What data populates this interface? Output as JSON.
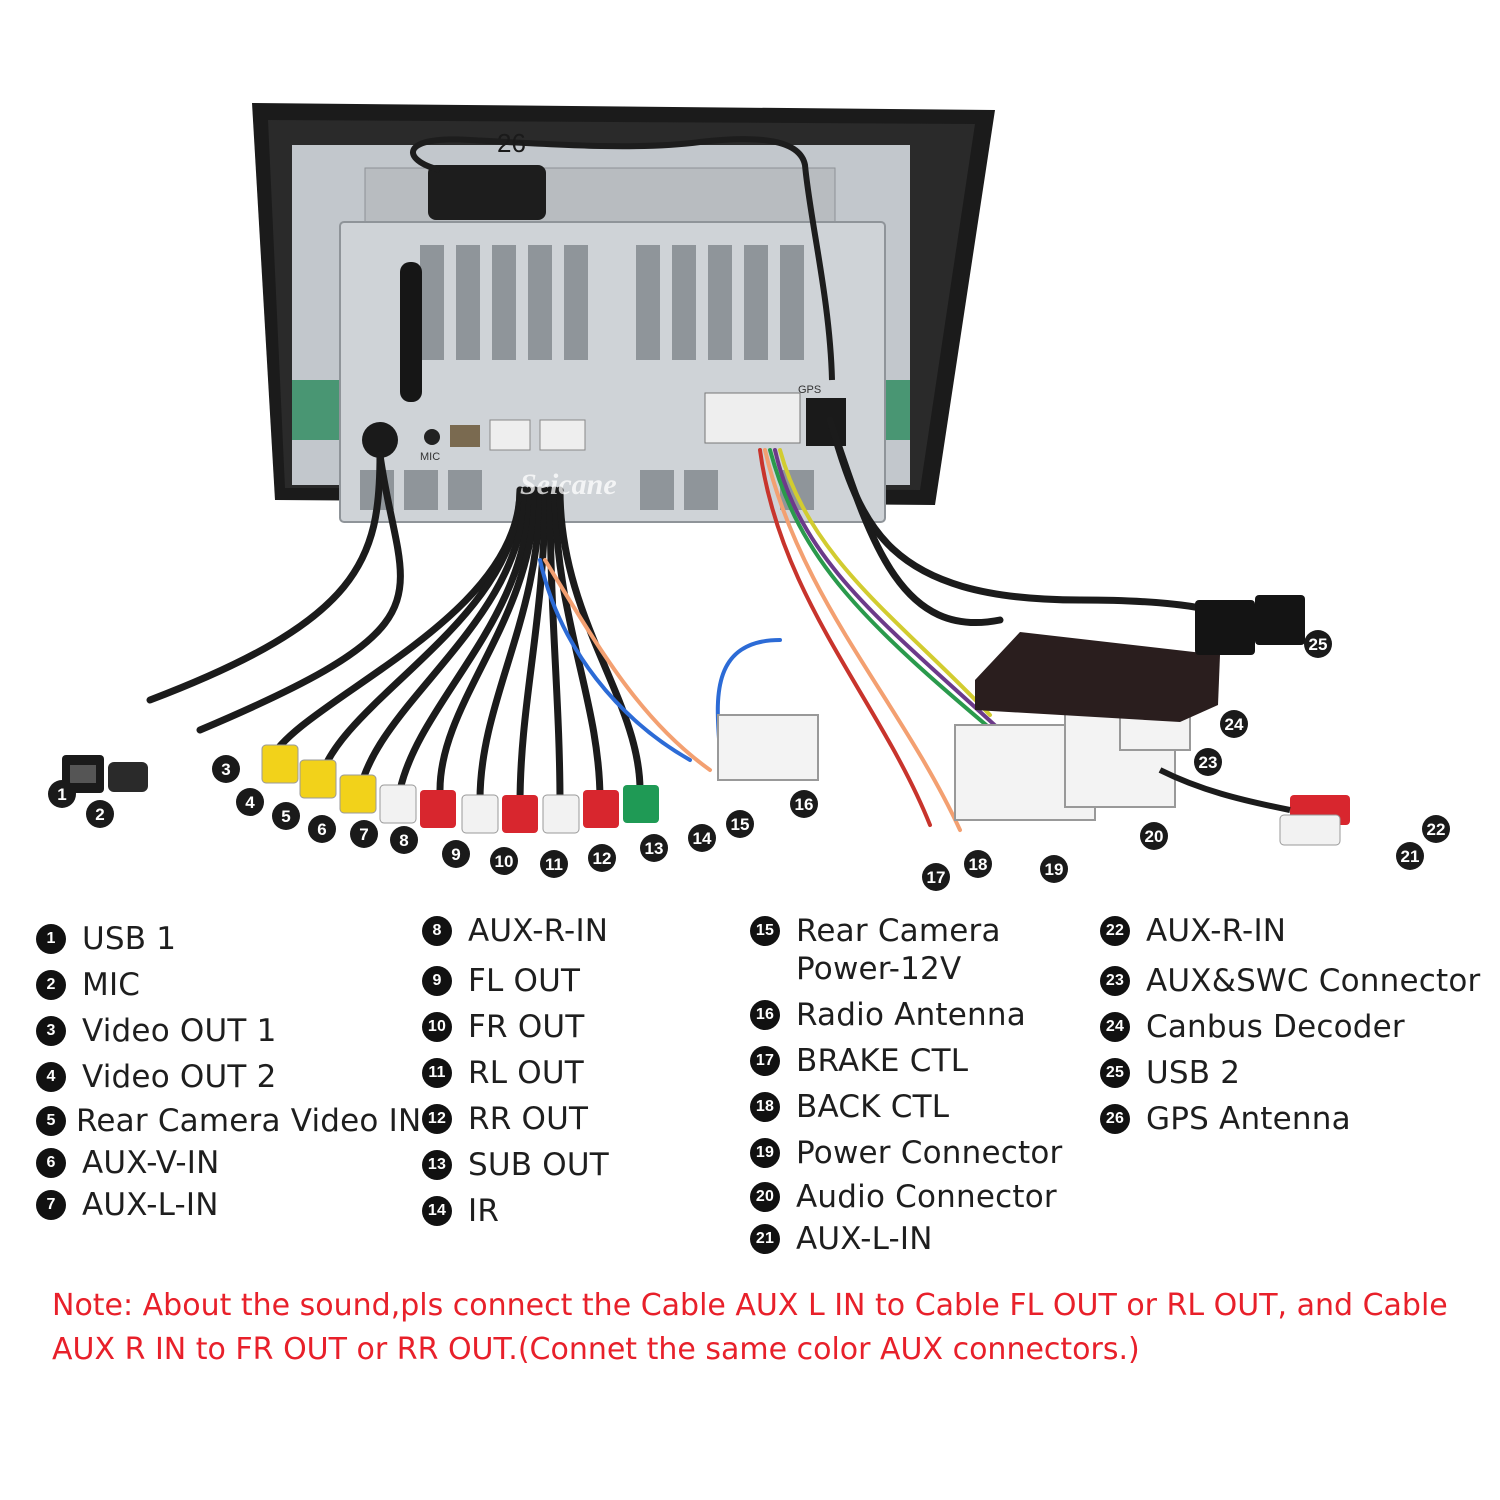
{
  "brand": "Seicane",
  "unit_labels": {
    "mic": "MIC",
    "gps": "GPS"
  },
  "legend": [
    {
      "num": "1",
      "label": "USB 1"
    },
    {
      "num": "2",
      "label": "MIC"
    },
    {
      "num": "3",
      "label": "Video OUT 1"
    },
    {
      "num": "4",
      "label": "Video OUT 2"
    },
    {
      "num": "5",
      "label": "Rear Camera Video IN"
    },
    {
      "num": "6",
      "label": "AUX-V-IN"
    },
    {
      "num": "7",
      "label": "AUX-L-IN"
    },
    {
      "num": "8",
      "label": "AUX-R-IN"
    },
    {
      "num": "9",
      "label": "FL OUT"
    },
    {
      "num": "10",
      "label": "FR OUT"
    },
    {
      "num": "11",
      "label": "RL OUT"
    },
    {
      "num": "12",
      "label": "RR OUT"
    },
    {
      "num": "13",
      "label": "SUB OUT"
    },
    {
      "num": "14",
      "label": "IR"
    },
    {
      "num": "15",
      "label": "Rear Camera Power-12V"
    },
    {
      "num": "16",
      "label": "Radio Antenna"
    },
    {
      "num": "17",
      "label": "BRAKE CTL"
    },
    {
      "num": "18",
      "label": "BACK CTL"
    },
    {
      "num": "19",
      "label": "Power Connector"
    },
    {
      "num": "20",
      "label": "Audio Connector"
    },
    {
      "num": "21",
      "label": "AUX-L-IN"
    },
    {
      "num": "22",
      "label": "AUX-R-IN"
    },
    {
      "num": "23",
      "label": "AUX&SWC Connector"
    },
    {
      "num": "24",
      "label": "Canbus Decoder"
    },
    {
      "num": "25",
      "label": "USB 2"
    },
    {
      "num": "26",
      "label": "GPS Antenna"
    }
  ],
  "note": "Note: About the sound,pls connect the Cable AUX L IN to Cable FL OUT or RL OUT, and Cable AUX R IN to FR OUT or RR OUT.(Connet the same color AUX connectors.)",
  "colors": {
    "callout": "#1a1a1a",
    "note": "#e8202a",
    "rca_yellow": "#f2d21a",
    "rca_red": "#d8262e",
    "rca_white": "#f2f2f2",
    "rca_green": "#1f9a55",
    "unit_metal": "#c9cdd2"
  }
}
